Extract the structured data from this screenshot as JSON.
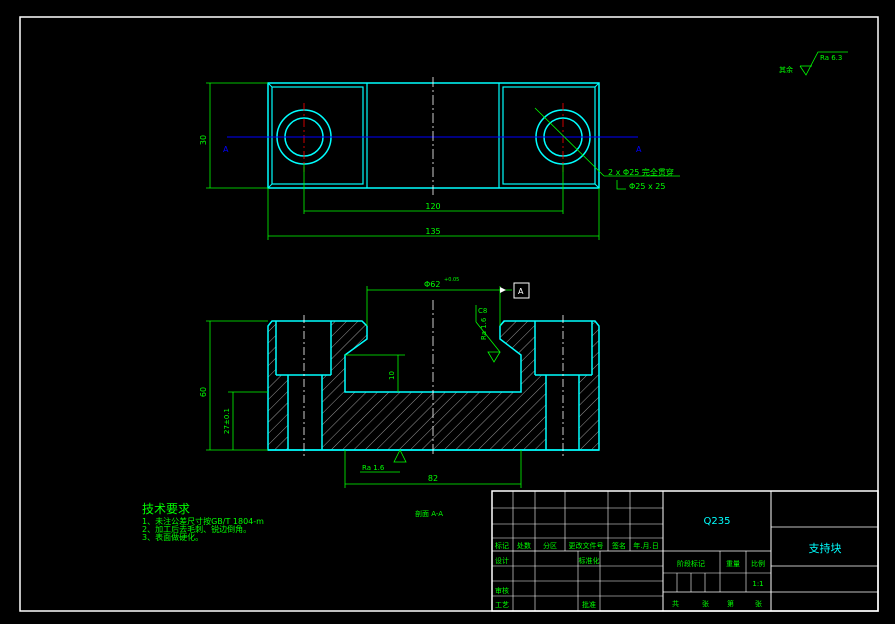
{
  "drawing": {
    "roughness_rest": "其余",
    "roughness_rest_value": "Ra 6.3",
    "roughness_face_value": "Ra 1.6",
    "roughness_chamfer_value": "Ra 1.6",
    "chamfer": "C8",
    "hole_note_line1": "2 x Φ25 完全贯穿",
    "hole_note_line2": "Φ25 x 25",
    "dim_top_height": "30",
    "dim_hole_spacing": "120",
    "dim_total_length": "135",
    "dim_slot_width": "Φ62",
    "dim_slot_tol": "+0.05",
    "datum_label": "A",
    "dim_slot_depth": "10",
    "dim_total_height": "60",
    "dim_base_height": "27±0.1",
    "dim_base_width": "82",
    "section_label": "剖面 A-A"
  },
  "tech_requirements": {
    "title": "技术要求",
    "items": [
      "1、未注公差尺寸按GB/T 1804-m",
      "2、加工后去毛刺、锐边倒角。",
      "3、表面做硬化。"
    ]
  },
  "title_block": {
    "material": "Q235",
    "part_name": "支持块",
    "scale_value": "1:1",
    "row_labels": [
      "标记",
      "处数",
      "分区",
      "更改文件号",
      "签名",
      "年.月.日"
    ],
    "design": "设计",
    "standardize": "标准化",
    "stage_mark": "阶段标记",
    "weight": "重量",
    "scale": "比例",
    "review": "审核",
    "process": "工艺",
    "approve": "批准",
    "sheet_total": "共",
    "sheet_word": "张",
    "sheet_no": "第",
    "sheet_word2": "张"
  },
  "colors": {
    "outline": "#00ffff",
    "dimension": "#00ff00",
    "centerline": "#ffffff",
    "hole_center": "#ff0000",
    "axis": "#0000ff",
    "border": "#ffffff"
  }
}
